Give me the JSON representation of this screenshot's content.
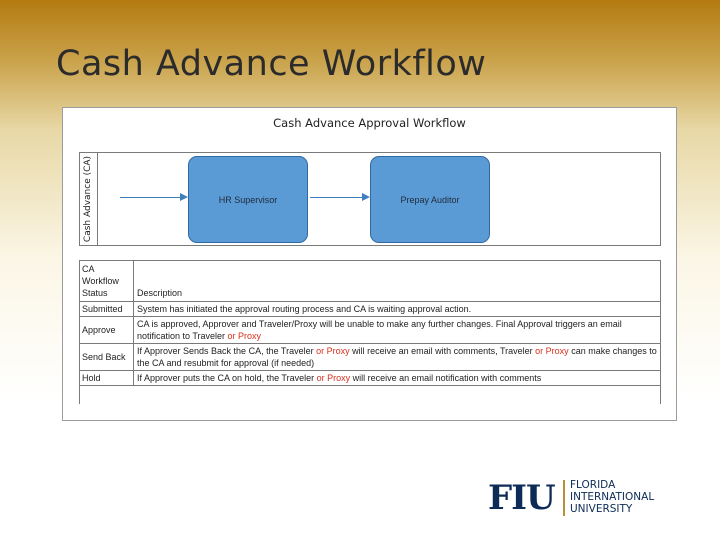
{
  "slide": {
    "title": "Cash Advance Workflow"
  },
  "diagram": {
    "title": "Cash Advance Approval Workflow",
    "lane_label": "Cash Advance (CA)",
    "nodes": [
      {
        "label": "HR Supervisor"
      },
      {
        "label": "Prepay Auditor"
      }
    ]
  },
  "table": {
    "headers": [
      "CA Workflow Status",
      "Description"
    ],
    "rows": [
      {
        "status": "Submitted",
        "parts": [
          {
            "text": "System has initiated the approval routing process and CA is waiting approval action.",
            "highlight": false
          }
        ]
      },
      {
        "status": "Approve",
        "parts": [
          {
            "text": "CA is approved, Approver and Traveler/Proxy will be unable to make any further changes. Final Approval triggers an email notification to Traveler ",
            "highlight": false
          },
          {
            "text": "or Proxy",
            "highlight": true
          }
        ]
      },
      {
        "status": "Send Back",
        "parts": [
          {
            "text": "If Approver Sends Back the CA, the Traveler ",
            "highlight": false
          },
          {
            "text": "or Proxy",
            "highlight": true
          },
          {
            "text": " will receive an email with comments, Traveler ",
            "highlight": false
          },
          {
            "text": "or Proxy",
            "highlight": true
          },
          {
            "text": " can make changes to the CA and resubmit for approval (if needed)",
            "highlight": false
          }
        ]
      },
      {
        "status": "Hold",
        "parts": [
          {
            "text": "If Approver puts the CA on hold, the Traveler ",
            "highlight": false
          },
          {
            "text": "or Proxy",
            "highlight": true
          },
          {
            "text": " will receive an email notification with comments",
            "highlight": false
          }
        ]
      }
    ]
  },
  "logo": {
    "mark": "FIU",
    "lines": [
      "FLORIDA",
      "INTERNATIONAL",
      "UNIVERSITY"
    ]
  },
  "colors": {
    "accent_gold": "#b47a10",
    "node_fill": "#5b9bd5",
    "highlight_text": "#d9301b",
    "logo_navy": "#0c2b56"
  }
}
